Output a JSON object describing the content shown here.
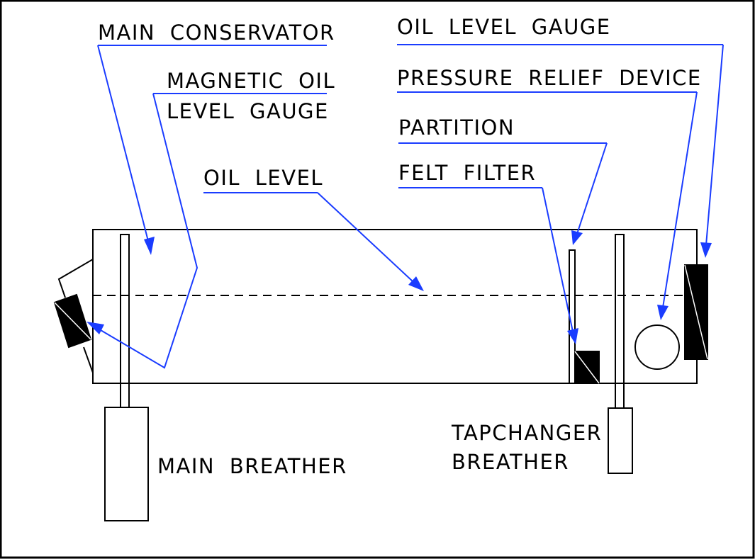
{
  "labels": {
    "main_conservator": "MAIN CONSERVATOR",
    "magnetic_oil_1": "MAGNETIC OIL",
    "magnetic_oil_2": "LEVEL GAUGE",
    "oil_level": "OIL LEVEL",
    "oil_level_gauge": "OIL LEVEL GAUGE",
    "pressure_relief": "PRESSURE RELIEF DEVICE",
    "partition": "PARTITION",
    "felt_filter": "FELT FILTER",
    "main_breather": "MAIN BREATHER",
    "tapchanger_1": "TAPCHANGER",
    "tapchanger_2": "BREATHER"
  },
  "colors": {
    "leader": "#1a3cff",
    "outline": "#000000",
    "background": "#ffffff"
  }
}
